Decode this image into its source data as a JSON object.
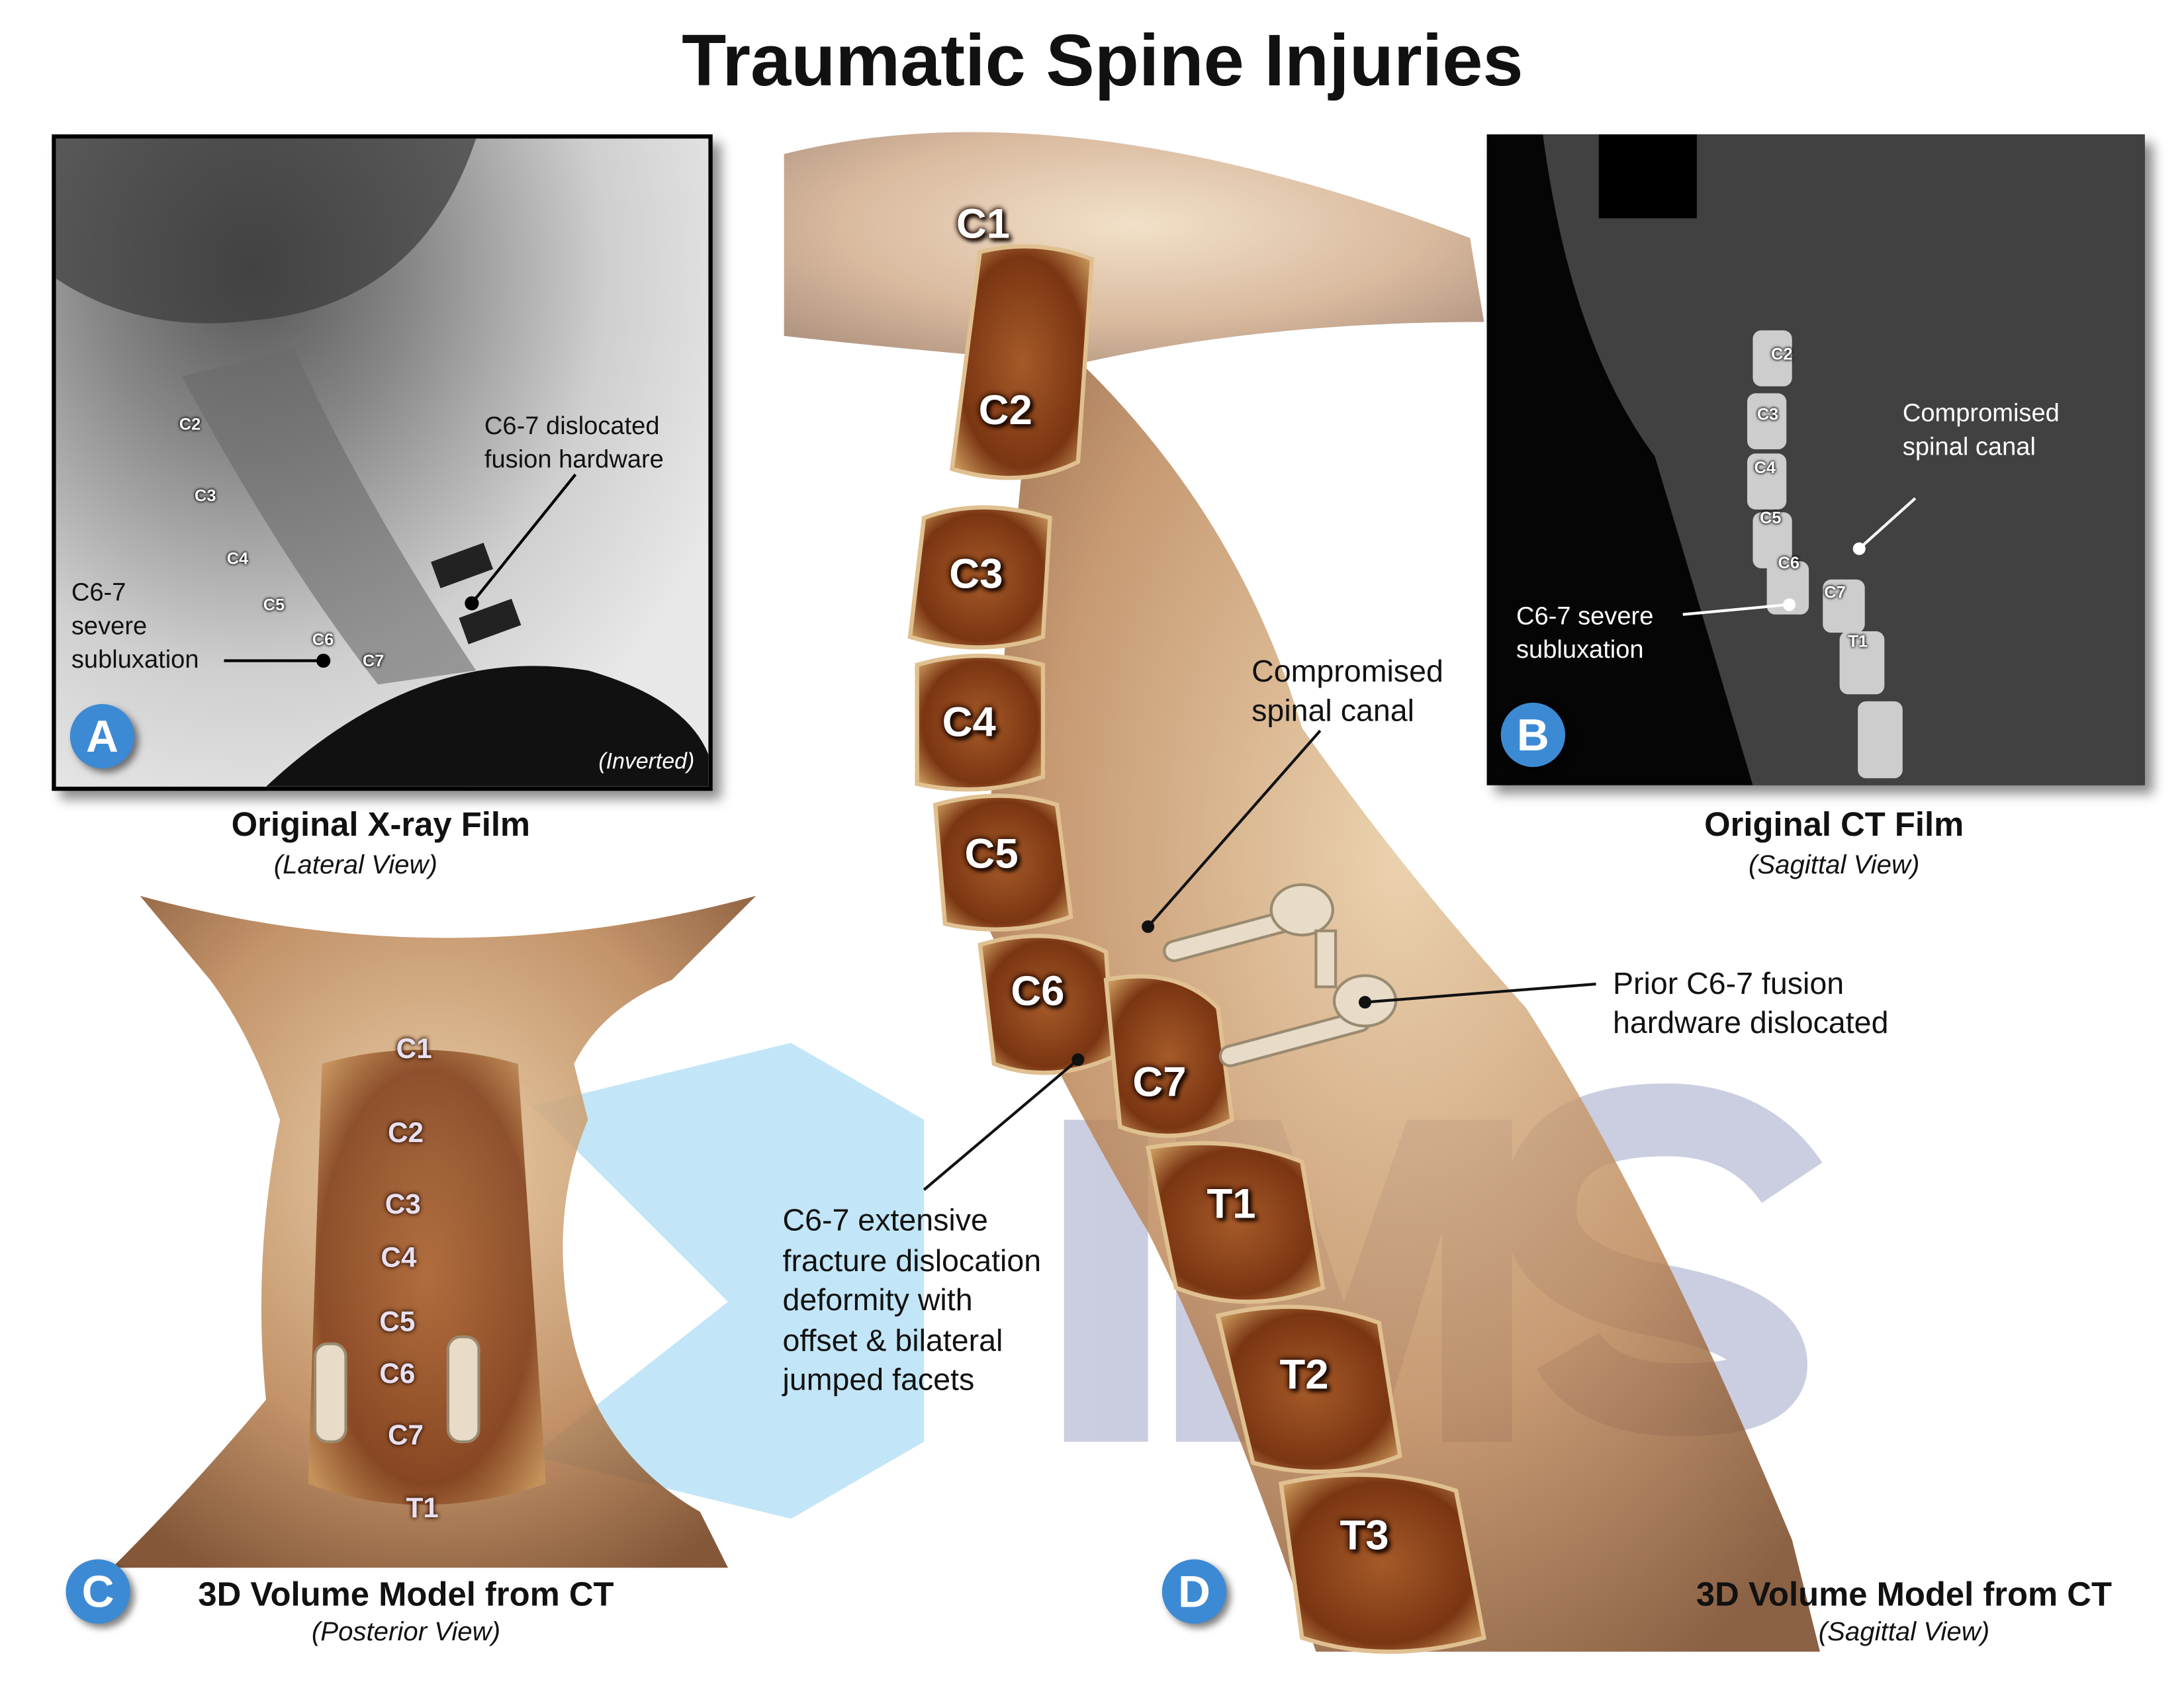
{
  "title": "Traumatic Spine Injuries",
  "watermark": "IMS",
  "colors": {
    "badge": "#3d8ad4",
    "bone": "#c8955a",
    "watermark": "#b9bdd6",
    "chevron": "#8fd2f0"
  },
  "panelA": {
    "badge": "A",
    "caption": "Original X-ray Film",
    "subcaption": "(Lateral View)",
    "note": "(Inverted)",
    "vertebrae": [
      "C2",
      "C3",
      "C4",
      "C5",
      "C6",
      "C7"
    ],
    "annotations": {
      "hardware": [
        "C6-7 dislocated",
        "fusion hardware"
      ],
      "subluxation": [
        "C6-7",
        "severe",
        "subluxation"
      ]
    }
  },
  "panelB": {
    "badge": "B",
    "caption": "Original CT Film",
    "subcaption": "(Sagittal View)",
    "vertebrae": [
      "C2",
      "C3",
      "C4",
      "C5",
      "C6",
      "C7",
      "T1"
    ],
    "annotations": {
      "canal": [
        "Compromised",
        "spinal canal"
      ],
      "subluxation": [
        "C6-7 severe",
        "subluxation"
      ]
    }
  },
  "panelC": {
    "badge": "C",
    "caption": "3D Volume Model from CT",
    "subcaption": "(Posterior View)",
    "vertebrae": [
      "C1",
      "C2",
      "C3",
      "C4",
      "C5",
      "C6",
      "C7",
      "T1"
    ]
  },
  "panelD": {
    "badge": "D",
    "caption": "3D Volume Model from CT",
    "subcaption": "(Sagittal View)",
    "vertebrae": [
      "C1",
      "C2",
      "C3",
      "C4",
      "C5",
      "C6",
      "C7",
      "T1",
      "T2",
      "T3"
    ],
    "annotations": {
      "canal": [
        "Compromised",
        "spinal canal"
      ],
      "hardware": [
        "Prior C6-7 fusion",
        "hardware dislocated"
      ],
      "fracture": [
        "C6-7 extensive",
        "fracture dislocation",
        "deformity with",
        "offset & bilateral",
        "jumped facets"
      ]
    }
  }
}
